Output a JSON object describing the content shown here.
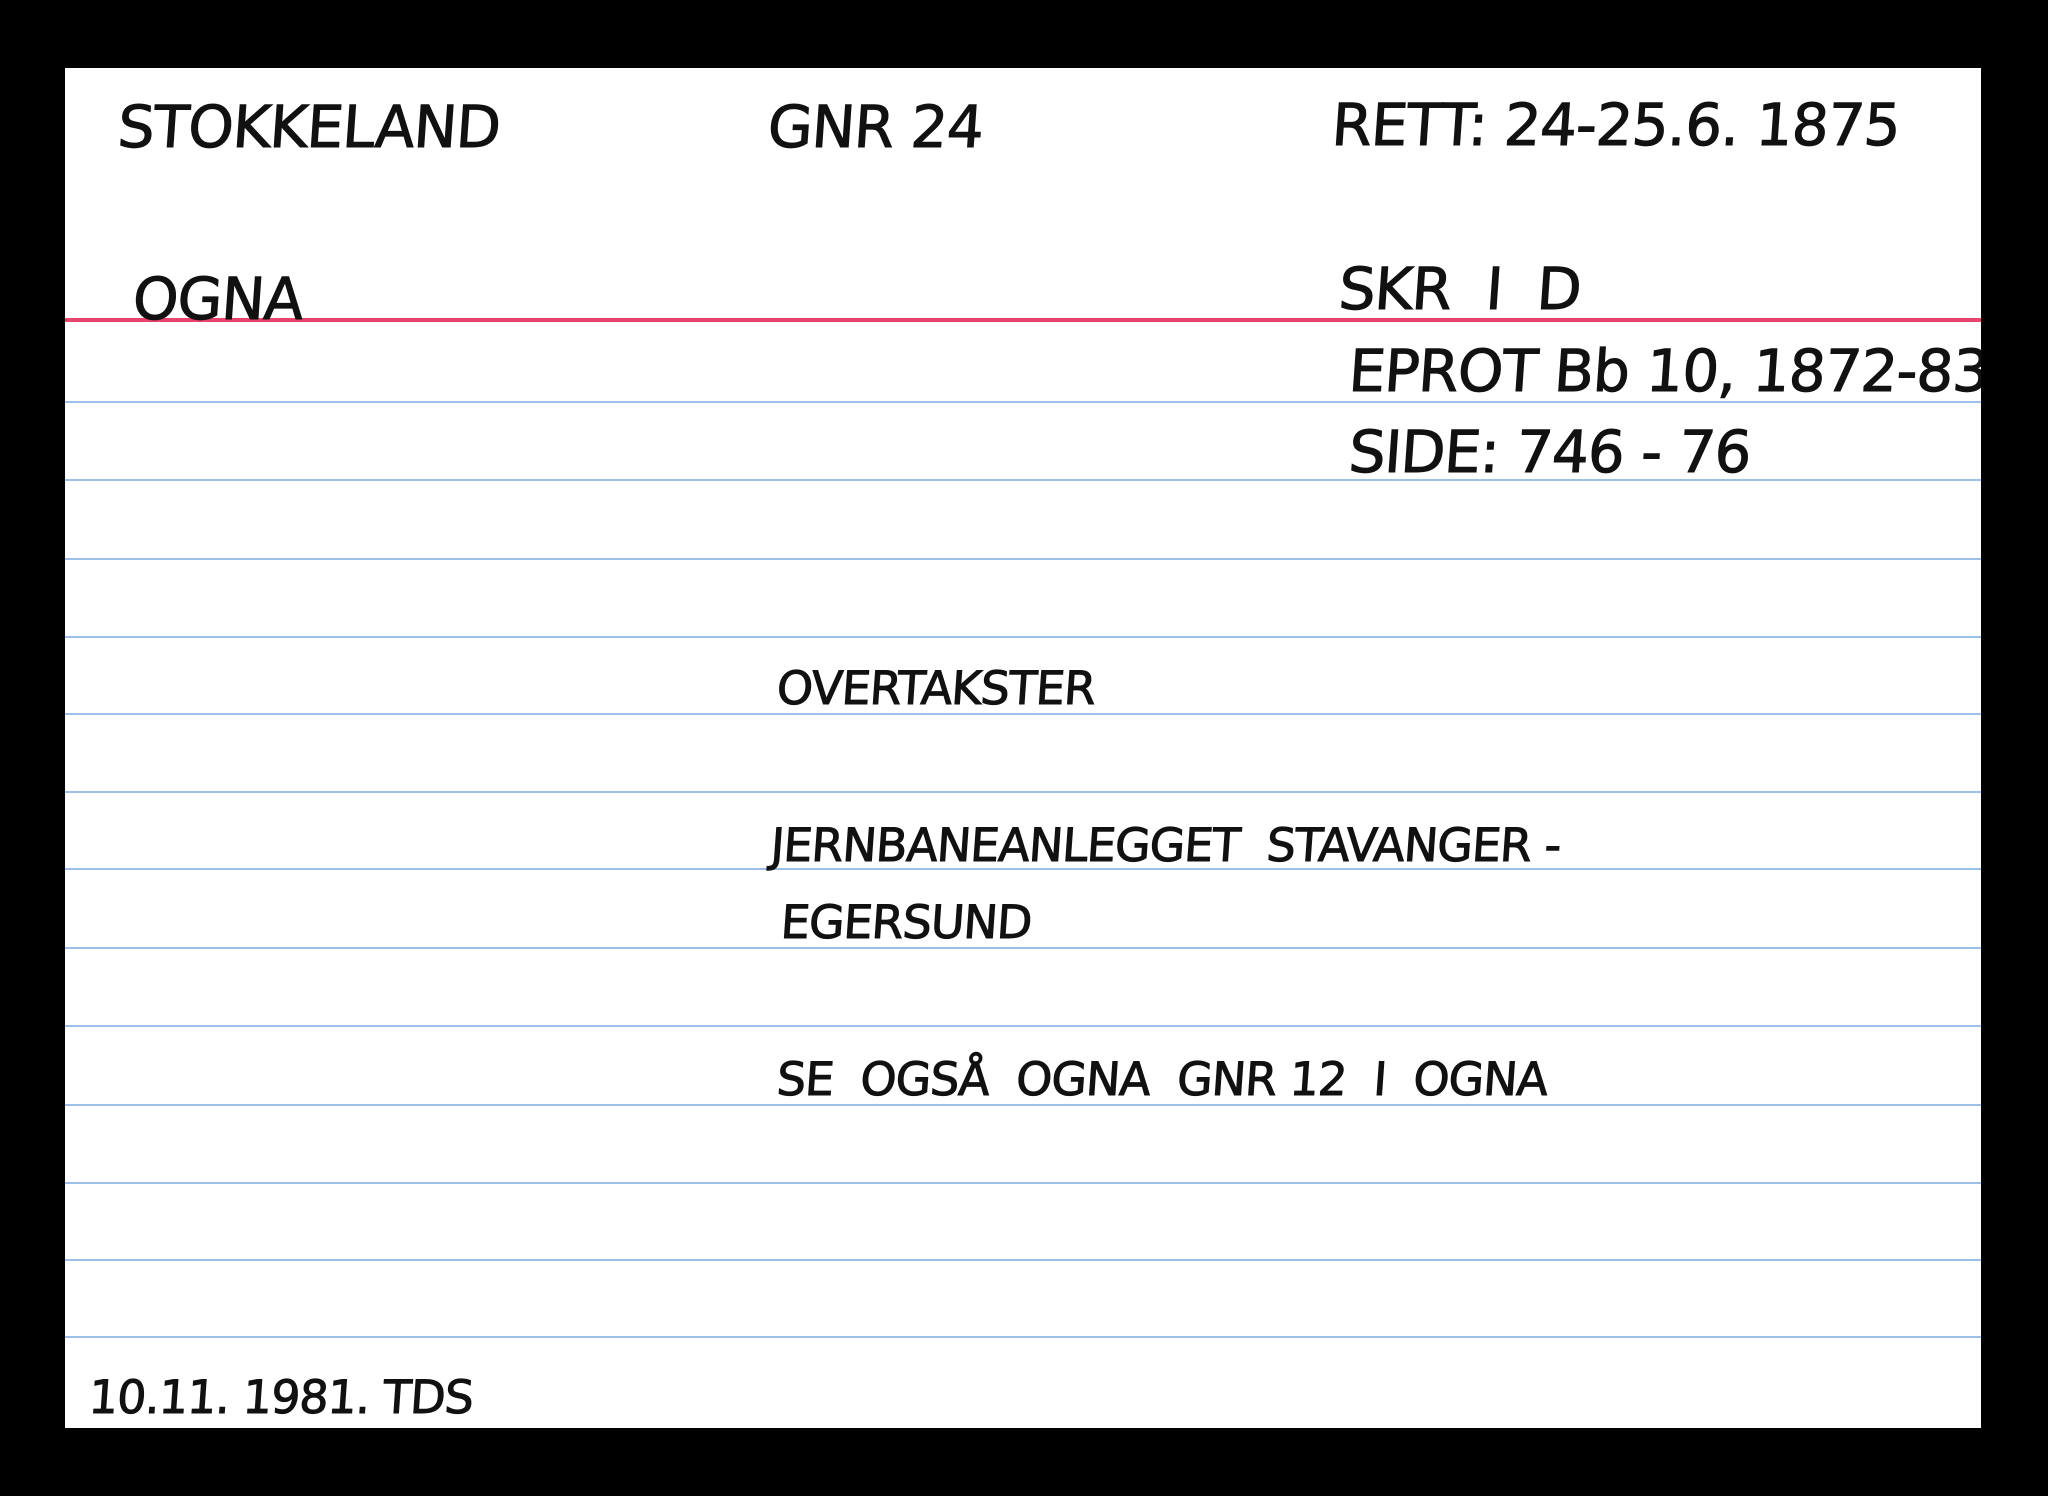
{
  "card": {
    "surname": "STOKKELAND",
    "gnr": "GNR 24",
    "rett": "RETT: 24-25.6. 1875",
    "place": "OGNA",
    "skr": "SKR  I  D",
    "eprot": "EPROT Bb 10, 1872-83",
    "side": "SIDE: 746 - 76",
    "subject": "OVERTAKSTER",
    "description_line1": "JERNBANEANLEGGET  STAVANGER -",
    "description_line2": "EGERSUND",
    "see_also": "SE  OGSÅ  OGNA  GNR 12  I  OGNA",
    "signature_date": "10.11. 1981. TDS"
  },
  "colors": {
    "margin_line": "#e8446e",
    "rule_lines": "#9cc0e8",
    "background": "#000000"
  }
}
